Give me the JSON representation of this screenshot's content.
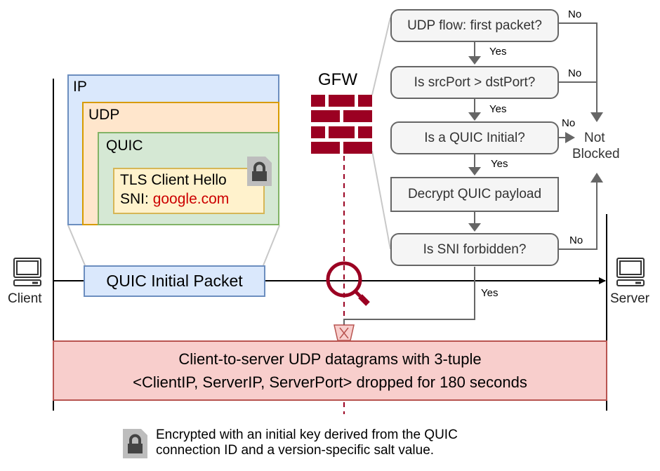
{
  "packet": {
    "layers": {
      "ip": "IP",
      "udp": "UDP",
      "quic": "QUIC",
      "tls_line1": "TLS Client Hello",
      "sni_prefix": "SNI: ",
      "sni_value": "google.com"
    },
    "initial_packet_label": "QUIC Initial Packet"
  },
  "hosts": {
    "client": "Client",
    "server": "Server"
  },
  "gfw": {
    "label": "GFW"
  },
  "flowchart": {
    "nodes": [
      {
        "id": "first-packet",
        "label": "UDP flow: first packet?",
        "shape": "decision"
      },
      {
        "id": "port-compare",
        "label": "Is srcPort > dstPort?",
        "shape": "decision"
      },
      {
        "id": "quic-initial",
        "label": "Is a QUIC Initial?",
        "shape": "decision"
      },
      {
        "id": "decrypt",
        "label": "Decrypt QUIC payload",
        "shape": "process"
      },
      {
        "id": "sni-forbidden",
        "label": "Is SNI forbidden?",
        "shape": "decision"
      }
    ],
    "yes_label": "Yes",
    "no_label": "No",
    "outcome_not_blocked_line1": "Not",
    "outcome_not_blocked_line2": "Blocked"
  },
  "drop_notice": {
    "line1": "Client-to-server UDP datagrams with 3-tuple",
    "line2": "<ClientIP, ServerIP, ServerPort> dropped for 180 seconds"
  },
  "legend": {
    "icon": "encrypted-lock-icon",
    "line1": "Encrypted with an initial key derived from the QUIC",
    "line2": "connection ID and a version-specific salt value."
  },
  "colors": {
    "gfw_red": "#9b0022",
    "sni_red": "#cc0000",
    "flow_gray": "#666666",
    "drop_fill": "#f8cecc",
    "drop_border": "#b85450"
  }
}
